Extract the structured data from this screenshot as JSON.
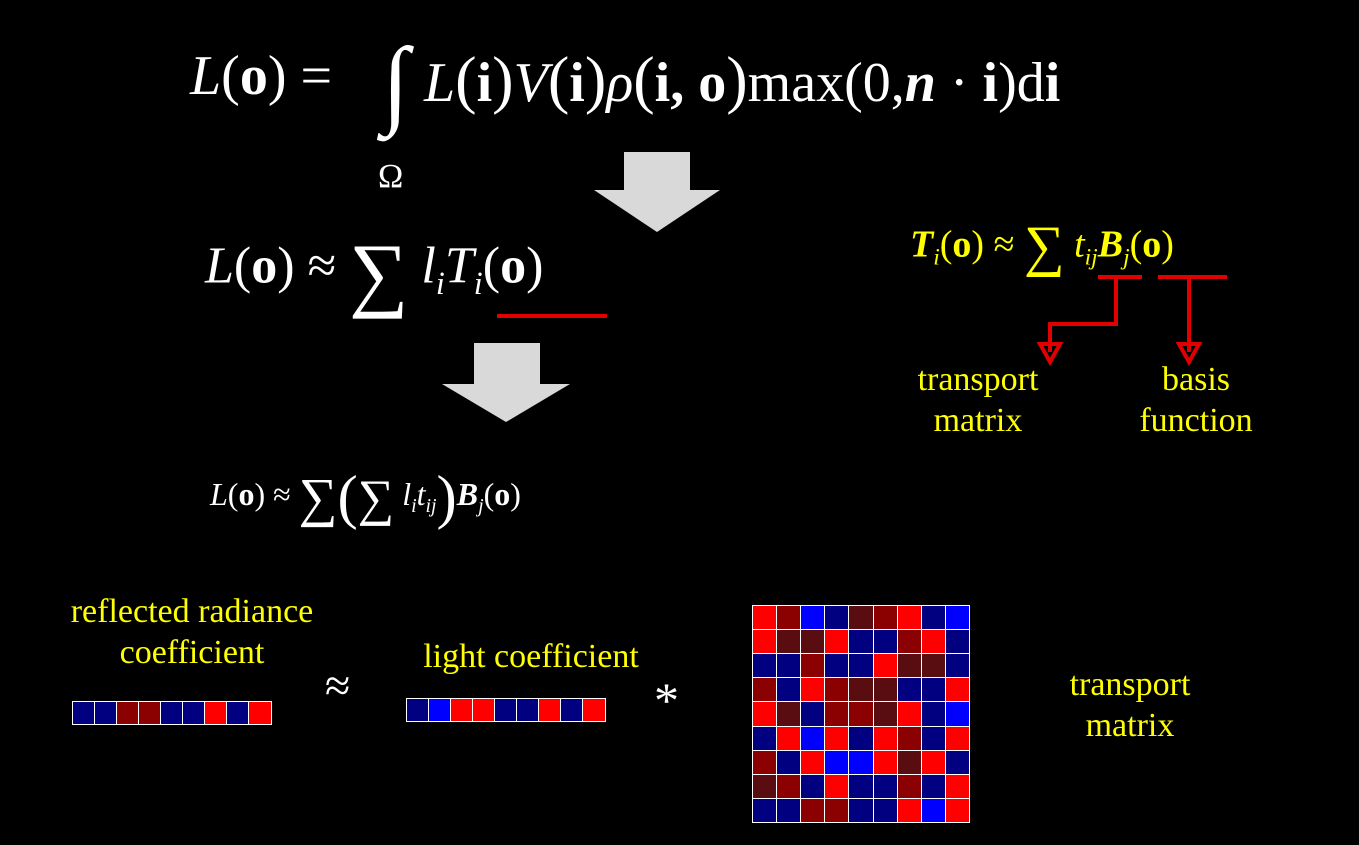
{
  "equations": {
    "top": {
      "lhs": "L(o) =",
      "integral": "∫",
      "domain": "Ω",
      "body_parts": [
        "L",
        "(",
        "i",
        ")",
        "V",
        "(",
        "i",
        ")",
        "ρ",
        "(",
        "i, o",
        ")",
        "max(0,",
        "n",
        " · ",
        "i",
        ")d",
        "i"
      ]
    },
    "middle": {
      "lhs": "L(o) ≈",
      "sum": "∑",
      "l": "l",
      "l_sub": "i",
      "T": "T",
      "T_sub": "i",
      "arg": "(o)"
    },
    "bottom": {
      "lhs": "L(o) ≈",
      "sum": "∑",
      "open": "(",
      "inner_sum": "∑",
      "l": "l",
      "l_sub": "i",
      "t": "t",
      "t_sub": "ij",
      "close": ")",
      "B": "B",
      "B_sub": "j",
      "arg": "(o)"
    },
    "right": {
      "T": "T",
      "T_sub": "i",
      "arg_lhs": "(o) ≈",
      "sum": "∑",
      "t": "t",
      "t_sub": "ij",
      "B": "B",
      "B_sub": "j",
      "arg": "(o)"
    }
  },
  "labels": {
    "transport_matrix_line1": "transport",
    "transport_matrix_line2": "matrix",
    "basis_function_line1": "basis",
    "basis_function_line2": "function",
    "reflected_line1": "reflected radiance",
    "reflected_line2": "coefficient",
    "light_coefficient": "light coefficient",
    "approx": "≈",
    "times": "*",
    "matrix_label_line1": "transport",
    "matrix_label_line2": "matrix"
  },
  "colors": {
    "background": "#000000",
    "text": "#ffffff",
    "highlight": "#ffff00",
    "accent_red": "#e00000",
    "arrow_gray": "#d9d9d9",
    "cell_palette": {
      "R": "#ff0000",
      "D": "#8b0000",
      "M": "#5a0d10",
      "B": "#0000ff",
      "N": "#000080",
      "K": "#0b0b50"
    }
  },
  "vectors": {
    "reflected": [
      "N",
      "N",
      "D",
      "D",
      "N",
      "N",
      "R",
      "N",
      "R"
    ],
    "light": [
      "N",
      "B",
      "R",
      "R",
      "N",
      "N",
      "R",
      "N",
      "R"
    ]
  },
  "matrix": [
    [
      "R",
      "D",
      "B",
      "N",
      "M",
      "D",
      "R",
      "N",
      "B"
    ],
    [
      "R",
      "M",
      "M",
      "R",
      "N",
      "N",
      "D",
      "R",
      "N"
    ],
    [
      "N",
      "N",
      "D",
      "N",
      "N",
      "R",
      "M",
      "M",
      "N"
    ],
    [
      "D",
      "N",
      "R",
      "D",
      "M",
      "M",
      "N",
      "N",
      "R"
    ],
    [
      "R",
      "M",
      "N",
      "D",
      "D",
      "M",
      "R",
      "N",
      "B"
    ],
    [
      "N",
      "R",
      "B",
      "R",
      "N",
      "R",
      "D",
      "N",
      "R"
    ],
    [
      "D",
      "N",
      "R",
      "B",
      "B",
      "R",
      "M",
      "R",
      "N"
    ],
    [
      "M",
      "D",
      "N",
      "R",
      "N",
      "N",
      "D",
      "N",
      "R"
    ],
    [
      "N",
      "N",
      "D",
      "D",
      "N",
      "N",
      "R",
      "B",
      "R"
    ]
  ]
}
